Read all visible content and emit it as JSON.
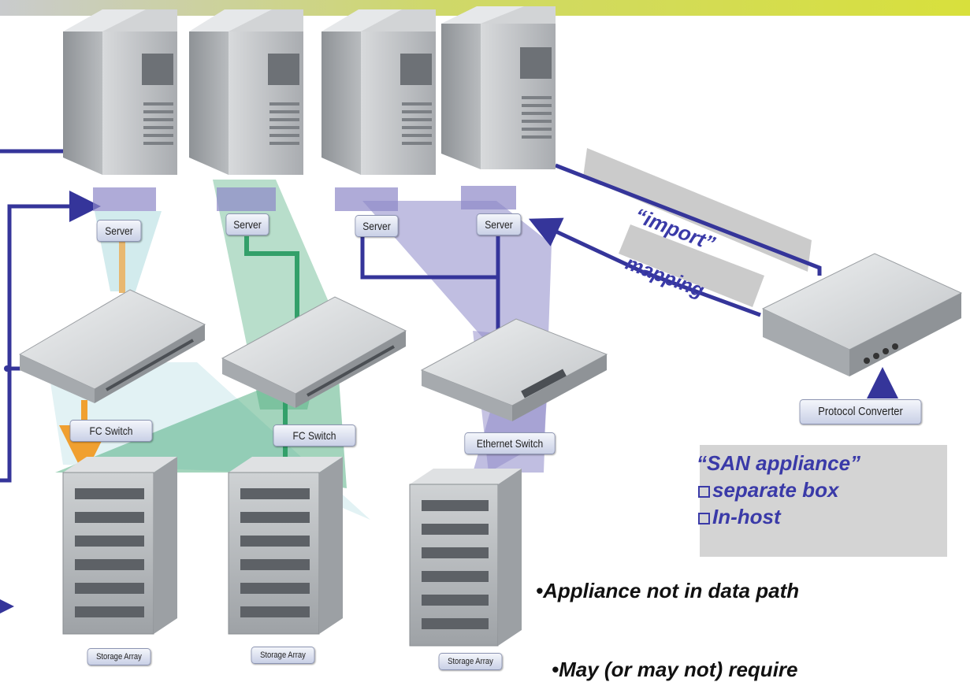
{
  "servers": [
    {
      "label": "Server"
    },
    {
      "label": "Server"
    },
    {
      "label": "Server"
    },
    {
      "label": "Server"
    }
  ],
  "switches": [
    {
      "label": "FC Switch"
    },
    {
      "label": "FC Switch"
    },
    {
      "label": "Ethernet Switch"
    }
  ],
  "storage": [
    {
      "label": "Storage Array"
    },
    {
      "label": "Storage Array"
    },
    {
      "label": "Storage Array"
    }
  ],
  "converter": {
    "label": "Protocol Converter"
  },
  "annotations": {
    "import": "“import”",
    "mapping": "mapping"
  },
  "appliance": {
    "title": "“SAN appliance”",
    "options": [
      "separate box",
      "In-host"
    ]
  },
  "bullets": [
    "•Appliance not in data path",
    "•May (or may not) require"
  ],
  "colors": {
    "header_bar": "#cfd93a",
    "link_blue": "#35359a",
    "text_blue": "#3a3aa8",
    "fc_orange": "#f0a030",
    "fc_green": "#33a06a",
    "eth_purple": "#8d88c8"
  }
}
